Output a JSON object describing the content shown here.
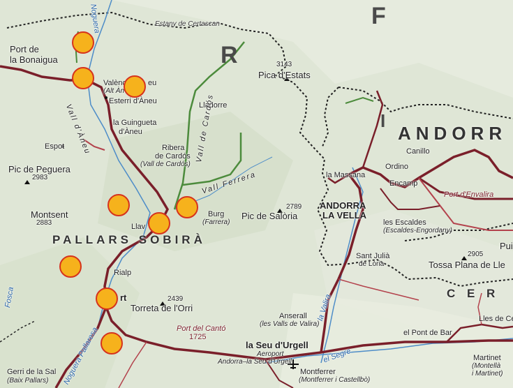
{
  "colors": {
    "terrain": "#dfe6d6",
    "road_main": "#7a1f2a",
    "road_secondary": "#b3424c",
    "river": "#4d8cc8",
    "green_route": "#4c8b3c",
    "border": "#222222",
    "marker_fill": "#f6b21c",
    "marker_stroke": "#d6331d"
  },
  "labels": {
    "country_r": "R",
    "country_f": "F",
    "country_i": "I",
    "andorra": "ANDORR",
    "pallars": "PALLARS SOBIRÀ",
    "cerdanya": "C E R",
    "certascan": "Estany de Certascan",
    "port_bonaigua_1": "Port de",
    "port_bonaigua_2": "la Bonaigua",
    "valencia_aneu": "Valènc",
    "valencia_aneu_tail": "eu",
    "alt_aneu": "(Alt Àn",
    "esterri": "Esterri d'Àneu",
    "guingueta_1": "la Guingueta",
    "guingueta_2": "d'Àneu",
    "espot": "Espot",
    "vall_aneu": "Vall d'Àneu",
    "lladorre": "Lladorre",
    "vall_cardos": "Vall de Cardós",
    "ribera_1": "Ribera",
    "ribera_2": "de Cardós",
    "ribera_sub": "(Vall de Cardós)",
    "pica_estats_alt": "3143",
    "pica_estats": "Pica d'Estats",
    "pic_peguera": "Pic de Peguera",
    "pic_peguera_alt": "2983",
    "montsent": "Montsent",
    "montsent_alt": "2883",
    "vall_ferrera": "Vall Ferrera",
    "llavorsi": "Llav",
    "burg": "Burg",
    "burg_sub": "(Farrera)",
    "pic_saloria_alt": "2789",
    "pic_saloria": "Pic de Salòria",
    "la_massana": "la Massana",
    "ordino": "Ordino",
    "canillo": "Canillo",
    "encamp": "Encamp",
    "port_envalira": "Port d'Envalira",
    "andorra_vella_1": "ANDORRA",
    "andorra_vella_2": "LA VELLA",
    "escaldes": "les Escaldes",
    "escaldes_sub": "(Escaldes-Engordany)",
    "sant_julia_1": "Sant Julià",
    "sant_julia_2": "de Lòria",
    "tossa_alt": "2905",
    "tossa": "Tossa Plana de Lle",
    "pui": "Pui",
    "rialp": "Rialp",
    "sort": "rt",
    "torreta_alt": "2439",
    "torreta": "Torreta de l'Orri",
    "port_canto": "Port del Cantó",
    "port_canto_alt": "1725",
    "anserall": "Anserall",
    "anserall_sub": "(les Valls de Valira)",
    "valira": "la Valira",
    "seu_urgell": "la Seu d'Urgell",
    "aeroport_1": "Aeroport",
    "aeroport_2": "Andorra–la Seu d'Urgell",
    "segre": "el Segre",
    "montferrer": "Montferrer",
    "montferrer_sub": "(Montferrer i Castellbò)",
    "pont_de_bar": "el Pont de Bar",
    "lles": "Lles de Ce",
    "martinet": "Martinet",
    "martinet_sub_1": "(Montellà",
    "martinet_sub_2": "i Martinet)",
    "noguera": "Noguera Pallaresa",
    "noguera_top": "Noguera",
    "gerri_1": "Gerri de la Sal",
    "gerri_2": "(Baix Pallars)",
    "fosca": "Fosca"
  },
  "markers": [
    {
      "name": "Port de la Bonaigua approach"
    },
    {
      "name": "Valencia d'Aneu"
    },
    {
      "name": "Esterri d'Aneu east"
    },
    {
      "name": "Vall d'Aneu middle"
    },
    {
      "name": "Llavorsi"
    },
    {
      "name": "Vall Ferrera"
    },
    {
      "name": "Rialp west"
    },
    {
      "name": "Sort"
    },
    {
      "name": "Noguera Pallaresa south"
    }
  ]
}
